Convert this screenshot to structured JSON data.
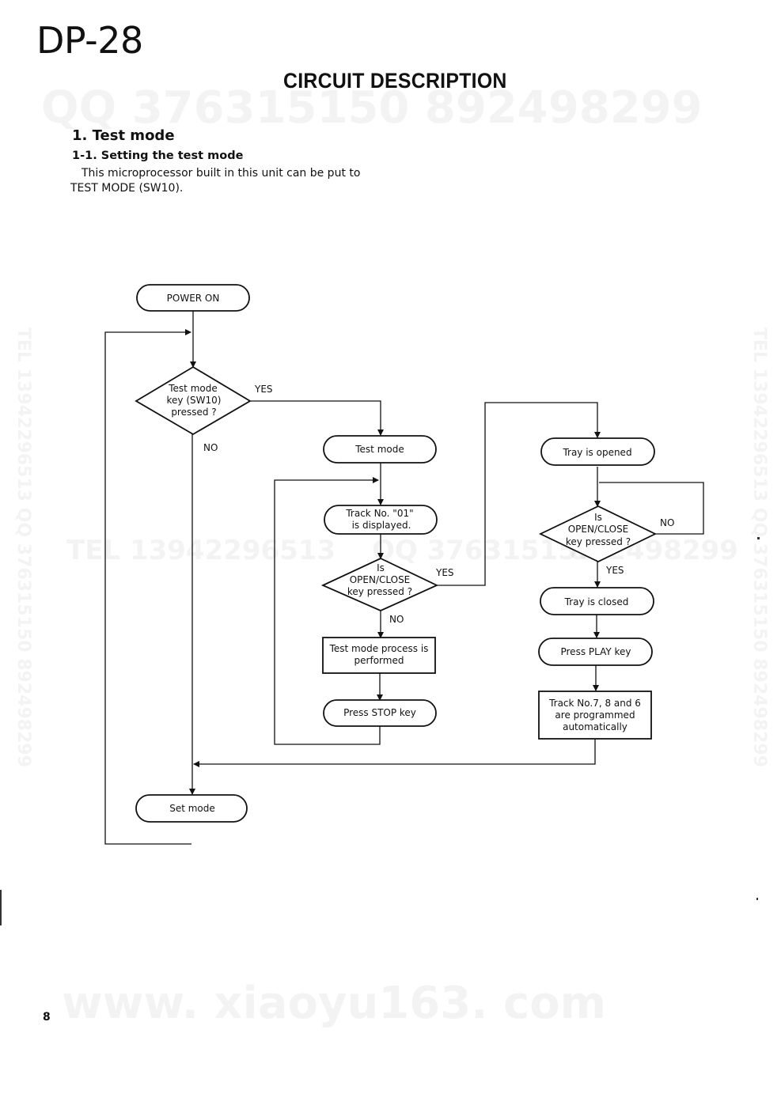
{
  "header": {
    "model": "DP-28",
    "title": "CIRCUIT DESCRIPTION"
  },
  "section": {
    "heading": "1. Test mode",
    "subheading": "1-1. Setting the test mode",
    "para_line1": "This microprocessor built in this unit can be put to",
    "para_line2": "TEST MODE (SW10)."
  },
  "page_number": "8",
  "watermarks": {
    "qq": "QQ 376315150   892498299",
    "tel_mid": "TEL 13942296513",
    "qq_mid": "QQ 376315150",
    "mid_num": "892498299",
    "side": "TEL 13942296513 QQ 376315150 892498299",
    "website": "www. xiaoyu163. com"
  },
  "flowchart": {
    "power_on": "POWER ON",
    "test_key_l1": "Test mode",
    "test_key_l2": "key (SW10)",
    "test_key_l3": "pressed ?",
    "yes_1": "YES",
    "no_1": "NO",
    "test_mode": "Test mode",
    "track_l1": "Track No. \"01\"",
    "track_l2": "is displayed.",
    "oc1_l1": "Is",
    "oc1_l2": "OPEN/CLOSE",
    "oc1_l3": "key pressed ?",
    "yes_2": "YES",
    "no_2": "NO",
    "process_l1": "Test mode process is",
    "process_l2": "performed",
    "press_stop": "Press STOP key",
    "tray_opened": "Tray is opened",
    "oc2_l1": "Is",
    "oc2_l2": "OPEN/CLOSE",
    "oc2_l3": "key pressed ?",
    "no_3": "NO",
    "yes_3": "YES",
    "tray_closed": "Tray is closed",
    "press_play": "Press PLAY key",
    "prog_l1": "Track No.7, 8 and 6",
    "prog_l2": "are programmed",
    "prog_l3": "automatically",
    "set_mode": "Set mode"
  }
}
